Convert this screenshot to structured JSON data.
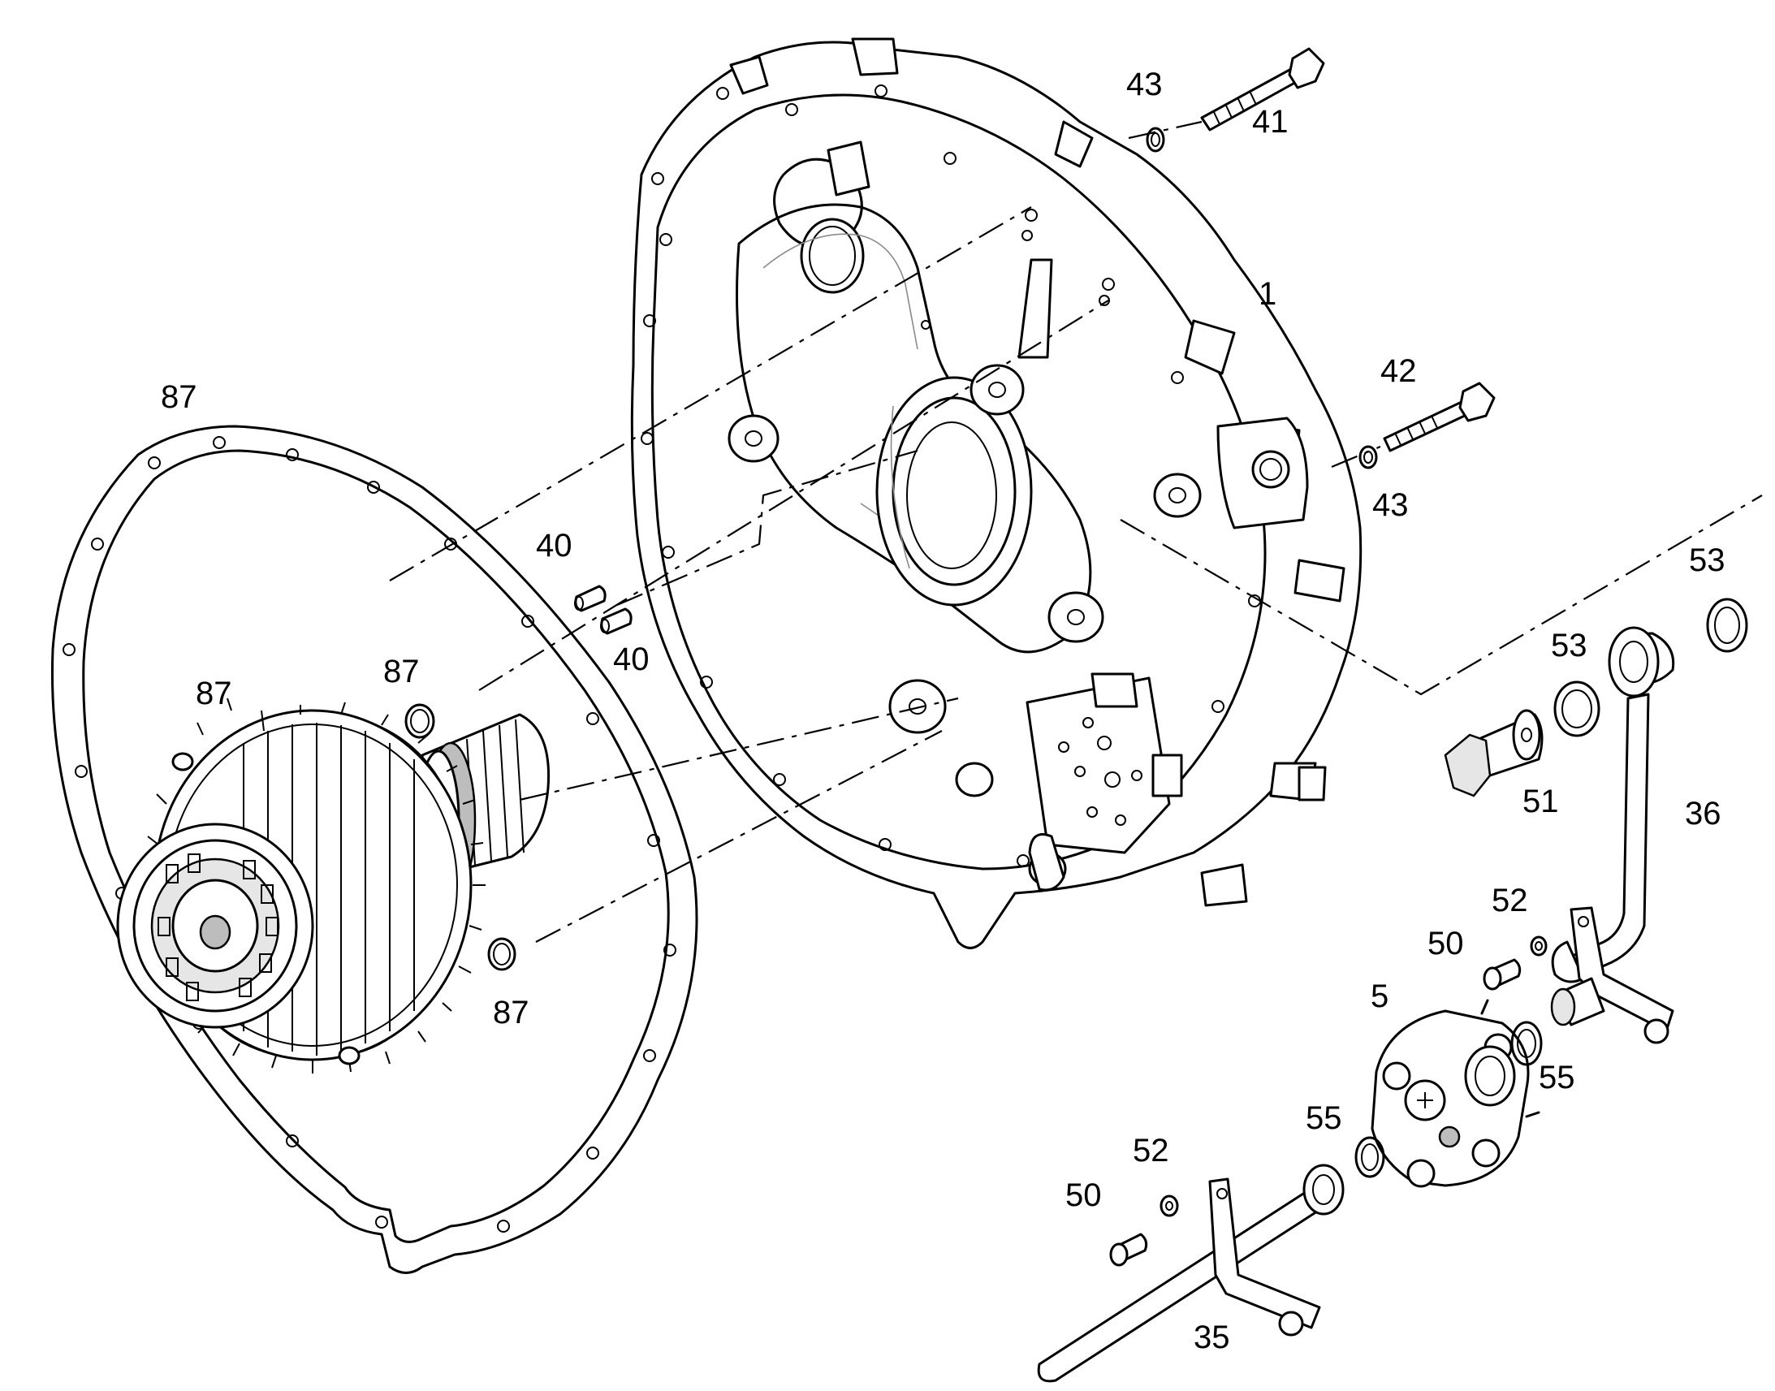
{
  "callouts": {
    "c1": "1",
    "c5": "5",
    "c35": "35",
    "c36": "36",
    "c40a": "40",
    "c40b": "40",
    "c41": "41",
    "c42": "42",
    "c43a": "43",
    "c43b": "43",
    "c50a": "50",
    "c50b": "50",
    "c51": "51",
    "c52a": "52",
    "c52b": "52",
    "c53a": "53",
    "c53b": "53",
    "c55a": "55",
    "c55b": "55",
    "c87a": "87",
    "c87b": "87",
    "c87c": "87",
    "c87d": "87"
  }
}
